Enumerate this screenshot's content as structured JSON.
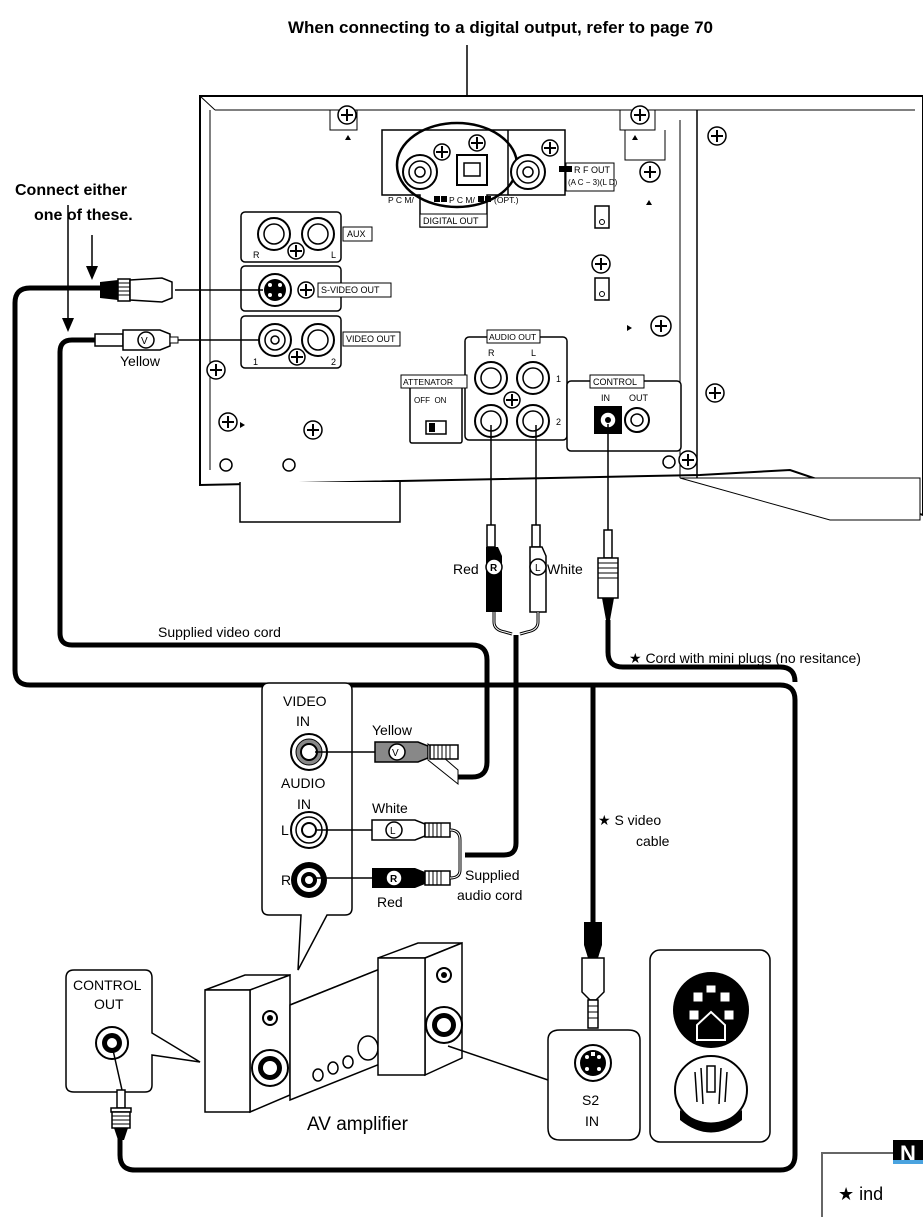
{
  "header": {
    "digital_note": "When connecting to a digital output, refer to page 70"
  },
  "instructions": {
    "connect_line1": "Connect either",
    "connect_line2": "one of these."
  },
  "player_panel": {
    "aux": "AUX",
    "aux_r": "R",
    "aux_l": "L",
    "svideo_out": "S-VIDEO OUT",
    "video_out": "VIDEO OUT",
    "video_1": "1",
    "video_2": "2",
    "digital_out": "DIGITAL OUT",
    "pcm_coax": "P C M/",
    "pcm_opt": "P C M/",
    "opt": "(OPT.)",
    "rf_out": "R F OUT",
    "rf_out_sub": "(A C − 3)(L D)",
    "audio_out": "AUDIO OUT",
    "audio_r": "R",
    "audio_l": "L",
    "audio_row1": "1",
    "audio_row2": "2",
    "attenator": "ATTENATOR",
    "off_on": "OFF  ON",
    "control": "CONTROL",
    "control_in": "IN",
    "control_out": "OUT"
  },
  "cords": {
    "yellow_top": "Yellow",
    "supplied_video_cord": "Supplied video cord",
    "red": "Red",
    "white": "White",
    "mini_plug_cord": "★ Cord with mini plugs (no resitance)",
    "svideo_cable_line1": "★ S video",
    "svideo_cable_line2": "cable",
    "yellow_amp": "Yellow",
    "white_amp": "White",
    "red_amp": "Red",
    "supplied_audio_line1": "Supplied",
    "supplied_audio_line2": "audio cord"
  },
  "plug_letters": {
    "v": "V",
    "r": "R",
    "l": "L"
  },
  "amp_panel": {
    "video": "VIDEO",
    "video_in": "IN",
    "audio": "AUDIO",
    "audio_in": "IN",
    "l": "L",
    "r": "R",
    "control": "CONTROL",
    "control_out": "OUT",
    "amp_label": "AV amplifier",
    "s2": "S2",
    "s2_in": "IN"
  },
  "note": {
    "letter": "N",
    "text": "★ ind"
  }
}
